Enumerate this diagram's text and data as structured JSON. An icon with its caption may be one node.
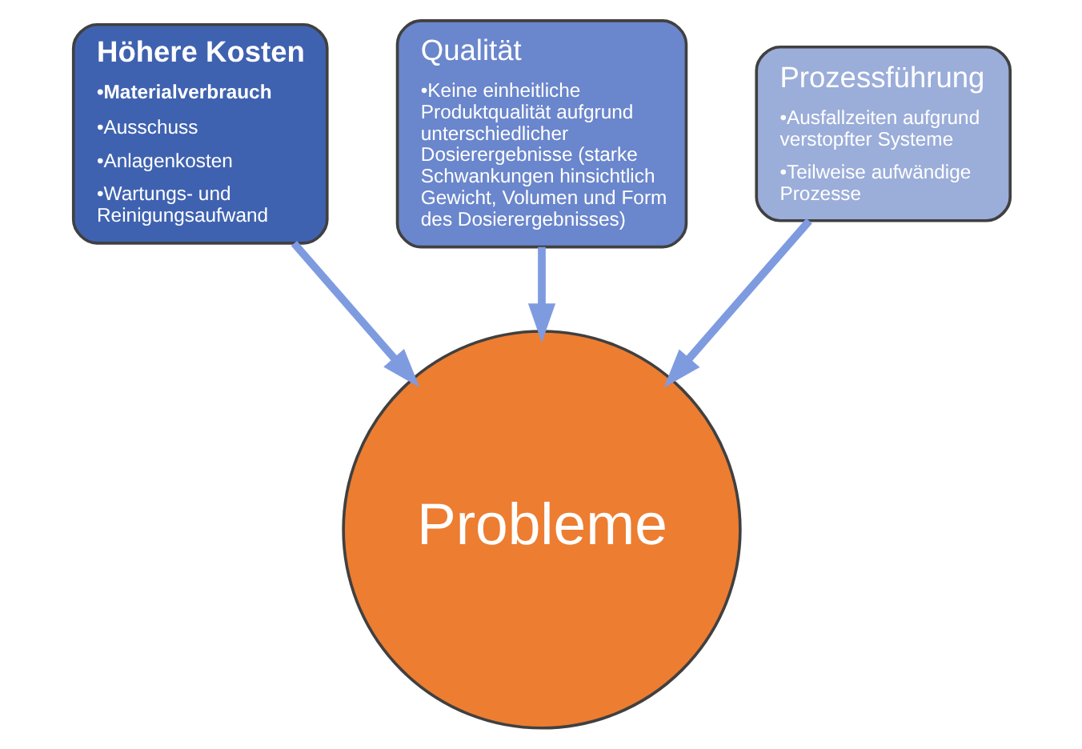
{
  "diagram": {
    "nodes": [
      {
        "text": [
          "Qualität",
          "•Keine einheitliche Produktqualität aufgrund unterschiedlicher Dosierergebnisse (starke Schwankungen hinsichtlich Gewicht, Volumen und Form des Dosierergebnisses)"
        ]
      },
      {
        "text": [
          "Höhere Kosten",
          "•Materialverbrauch",
          "•Ausschuss",
          "•Anlagenkosten",
          "•Wartungs- und Reinigungsaufwand"
        ]
      },
      {
        "text": [
          "Prozessführung",
          "•Ausfallzeiten aufgrund verstopfter Systeme",
          "•Teilweise aufwändige Prozesse"
        ]
      },
      {
        "text": [
          "Probleme"
        ]
      }
    ],
    "edges": [
      {
        "from": 0,
        "to": 3,
        "arrow": "to"
      },
      {
        "from": 1,
        "to": 3,
        "arrow": "to"
      },
      {
        "from": 2,
        "to": 3,
        "arrow": "to"
      }
    ]
  }
}
